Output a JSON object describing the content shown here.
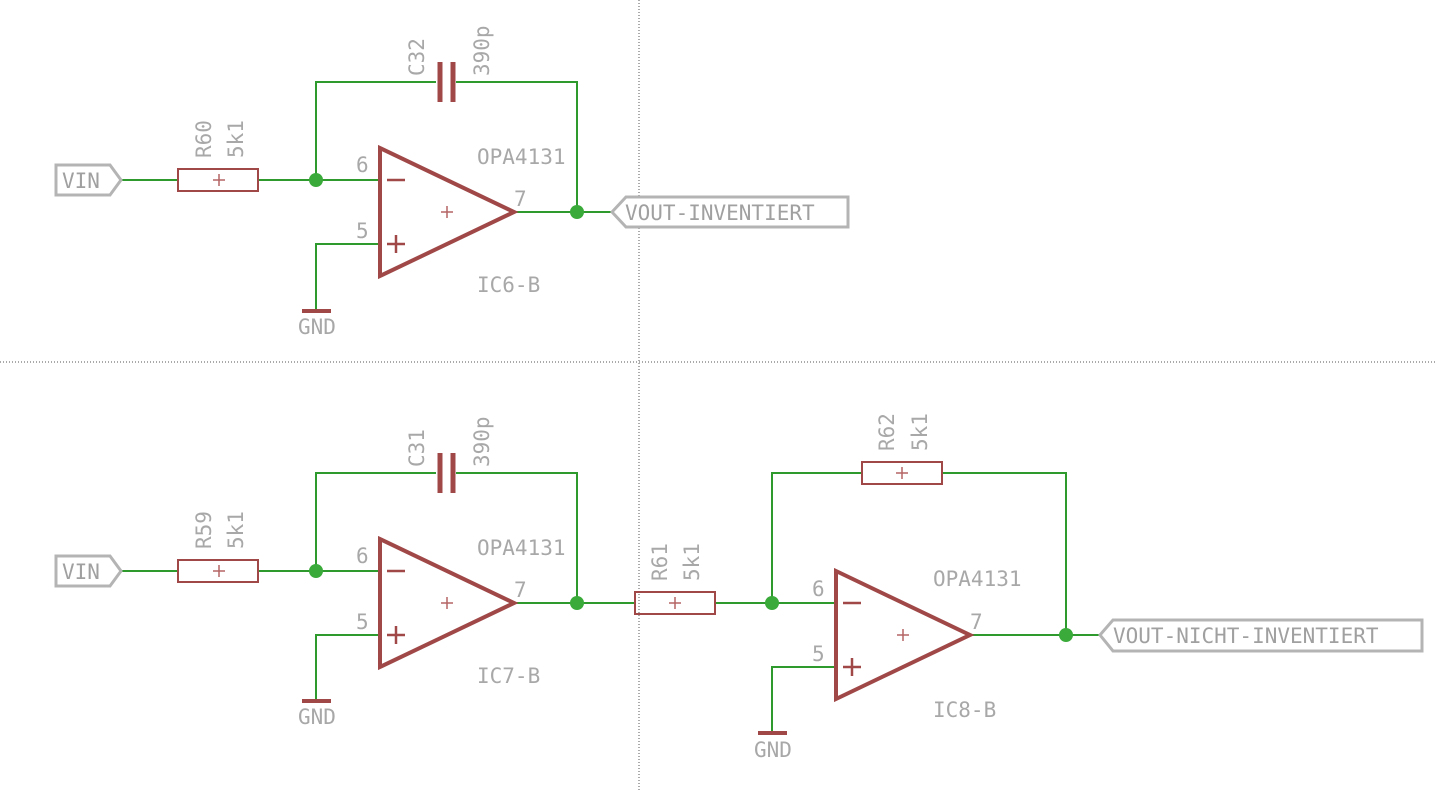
{
  "colors": {
    "wire": "#2e9a2e",
    "symbol": "#a04848",
    "junction": "#3aaa3a",
    "text": "#a8a8a8",
    "label_frame": "#b4b4b4"
  },
  "stage_inverting": {
    "input_label": "VIN",
    "input_resistor": {
      "name": "R60",
      "value": "5k1"
    },
    "feedback_capacitor": {
      "name": "C32",
      "value": "390p"
    },
    "opamp": {
      "part": "OPA4131",
      "name": "IC6-B",
      "pin_inverting": "6",
      "pin_noninverting": "5",
      "pin_output": "7"
    },
    "ground": "GND",
    "output_label": "VOUT-INVENTIERT"
  },
  "stage_buffer": {
    "input_label": "VIN",
    "input_resistor": {
      "name": "R59",
      "value": "5k1"
    },
    "feedback_capacitor": {
      "name": "C31",
      "value": "390p"
    },
    "opamp": {
      "part": "OPA4131",
      "name": "IC7-B",
      "pin_inverting": "6",
      "pin_noninverting": "5",
      "pin_output": "7"
    },
    "ground": "GND"
  },
  "stage_reinvert": {
    "input_resistor": {
      "name": "R61",
      "value": "5k1"
    },
    "feedback_resistor": {
      "name": "R62",
      "value": "5k1"
    },
    "opamp": {
      "part": "OPA4131",
      "name": "IC8-B",
      "pin_inverting": "6",
      "pin_noninverting": "5",
      "pin_output": "7"
    },
    "ground": "GND",
    "output_label": "VOUT-NICHT-INVENTIERT"
  }
}
